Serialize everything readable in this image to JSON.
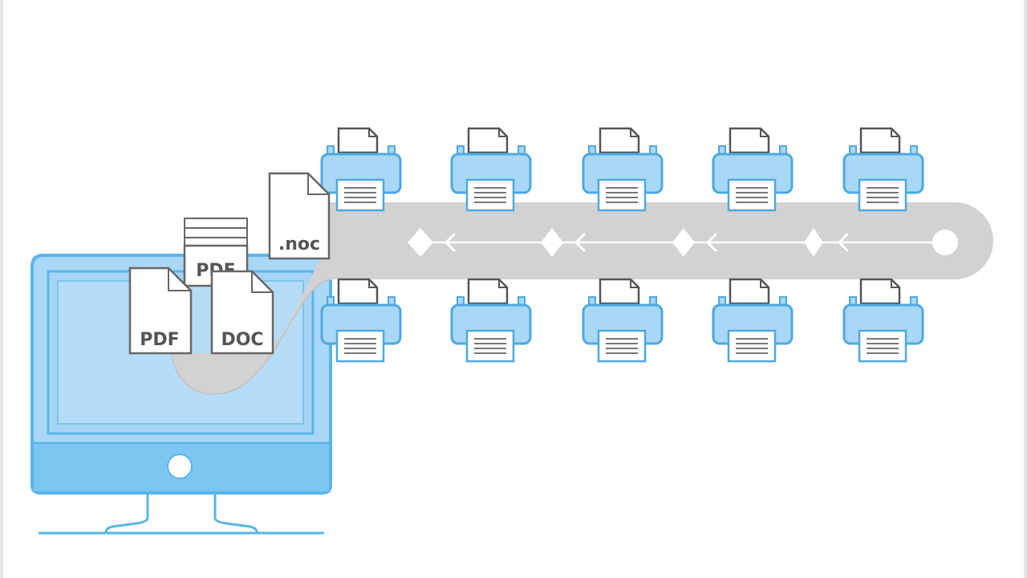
{
  "colors": {
    "monitor_fill": "#a9d7f6",
    "monitor_stroke": "#5ab4e8",
    "printer_fill": "#a9d7f6",
    "printer_stroke": "#4da9e0",
    "pipe": "#d2d2d2",
    "document_stroke": "#666666",
    "arrow": "#ffffff"
  },
  "documents": {
    "back_label": ".noc",
    "middle_label": "PDF",
    "front_left_label": "PDF",
    "front_right_label": "DOC"
  },
  "printers": {
    "top_row_count": 5,
    "bottom_row_count": 5,
    "icon": "printer-icon"
  },
  "flow": {
    "direction": "right-to-left",
    "nodes": 5,
    "arrows": 4
  },
  "monitor": {
    "icon": "desktop-monitor-icon"
  }
}
